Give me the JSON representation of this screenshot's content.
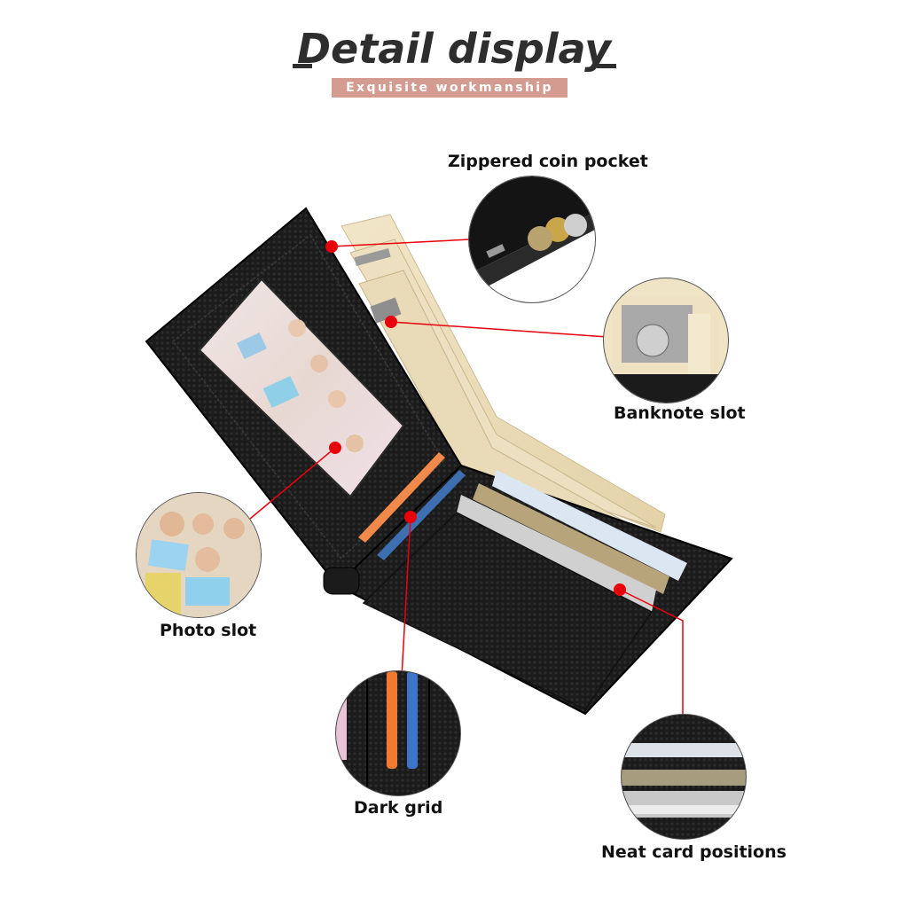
{
  "header": {
    "title": "Detail display",
    "subtitle": "Exquisite workmanship"
  },
  "features": [
    {
      "label": "Zippered coin pocket",
      "icon": "zipper-coin-icon"
    },
    {
      "label": "Banknote slot",
      "icon": "banknote-icon"
    },
    {
      "label": "Photo slot",
      "icon": "photo-icon"
    },
    {
      "label": "Dark grid",
      "icon": "card-grid-icon"
    },
    {
      "label": "Neat card positions",
      "icon": "card-slots-icon"
    }
  ],
  "colors": {
    "accent_red": "#e8000b",
    "subtitle_band": "#d49b91",
    "title_text": "#2e2e2e",
    "leather": "#1a1a1a"
  }
}
